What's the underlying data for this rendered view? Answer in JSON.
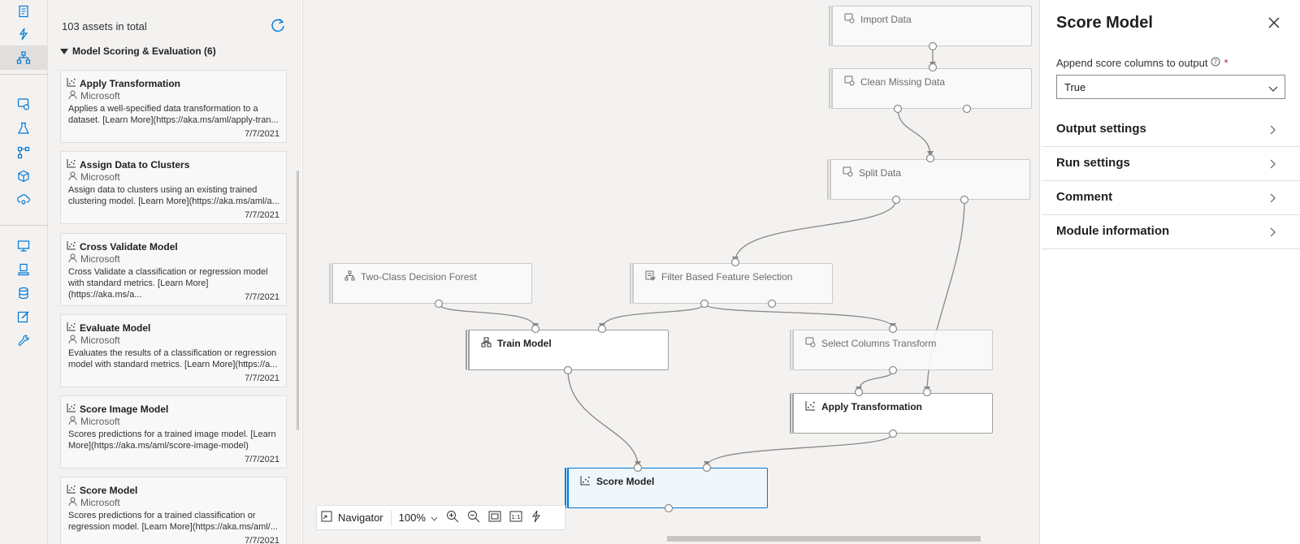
{
  "rail": {
    "icons": [
      "notebook-icon",
      "automl-icon",
      "designer-icon",
      "datasets-icon",
      "experiments-icon",
      "pipelines-icon",
      "models-icon",
      "endpoints-icon",
      "compute-icon",
      "datastores-icon",
      "data-labeling-icon",
      "linked-services-icon",
      "settings-icon"
    ]
  },
  "assets": {
    "total_label": "103 assets in total",
    "category": "Model Scoring & Evaluation (6)",
    "cards": [
      {
        "title": "Apply Transformation",
        "publisher": "Microsoft",
        "desc": "Applies a well-specified data transformation to a dataset. [Learn More](https://aka.ms/aml/apply-tran...",
        "date": "7/7/2021"
      },
      {
        "title": "Assign Data to Clusters",
        "publisher": "Microsoft",
        "desc": "Assign data to clusters using an existing trained clustering model. [Learn More](https://aka.ms/aml/a...",
        "date": "7/7/2021"
      },
      {
        "title": "Cross Validate Model",
        "publisher": "Microsoft",
        "desc": "Cross Validate a classification or regression model with standard metrics. [Learn More](https://aka.ms/a...",
        "date": "7/7/2021"
      },
      {
        "title": "Evaluate Model",
        "publisher": "Microsoft",
        "desc": "Evaluates the results of a classification or regression model with standard metrics. [Learn More](https://a...",
        "date": "7/7/2021"
      },
      {
        "title": "Score Image Model",
        "publisher": "Microsoft",
        "desc": "Scores predictions for a trained image model. [Learn More](https://aka.ms/aml/score-image-model)",
        "date": "7/7/2021"
      },
      {
        "title": "Score Model",
        "publisher": "Microsoft",
        "desc": "Scores predictions for a trained classification or regression model. [Learn More](https://aka.ms/aml/...",
        "date": "7/7/2021"
      }
    ]
  },
  "canvas": {
    "nodes": [
      {
        "key": "import",
        "label": "Import Data",
        "icon": "dataset-icon"
      },
      {
        "key": "clean",
        "label": "Clean Missing Data",
        "icon": "dataset-icon"
      },
      {
        "key": "split",
        "label": "Split Data",
        "icon": "dataset-icon"
      },
      {
        "key": "forest",
        "label": "Two-Class Decision Forest",
        "icon": "tree-icon"
      },
      {
        "key": "filter",
        "label": "Filter Based Feature Selection",
        "icon": "filter-icon"
      },
      {
        "key": "train",
        "label": "Train Model",
        "icon": "train-icon"
      },
      {
        "key": "selcols",
        "label": "Select Columns Transform",
        "icon": "dataset-icon"
      },
      {
        "key": "applyt",
        "label": "Apply Transformation",
        "icon": "scatter-icon"
      },
      {
        "key": "score",
        "label": "Score Model",
        "icon": "scatter-icon"
      }
    ],
    "toolbar": {
      "navigator": "Navigator",
      "zoom": "100%"
    }
  },
  "props": {
    "title": "Score Model",
    "param_label": "Append score columns to output",
    "required_mark": "*",
    "param_value": "True",
    "sections": [
      "Output settings",
      "Run settings",
      "Comment",
      "Module information"
    ]
  }
}
